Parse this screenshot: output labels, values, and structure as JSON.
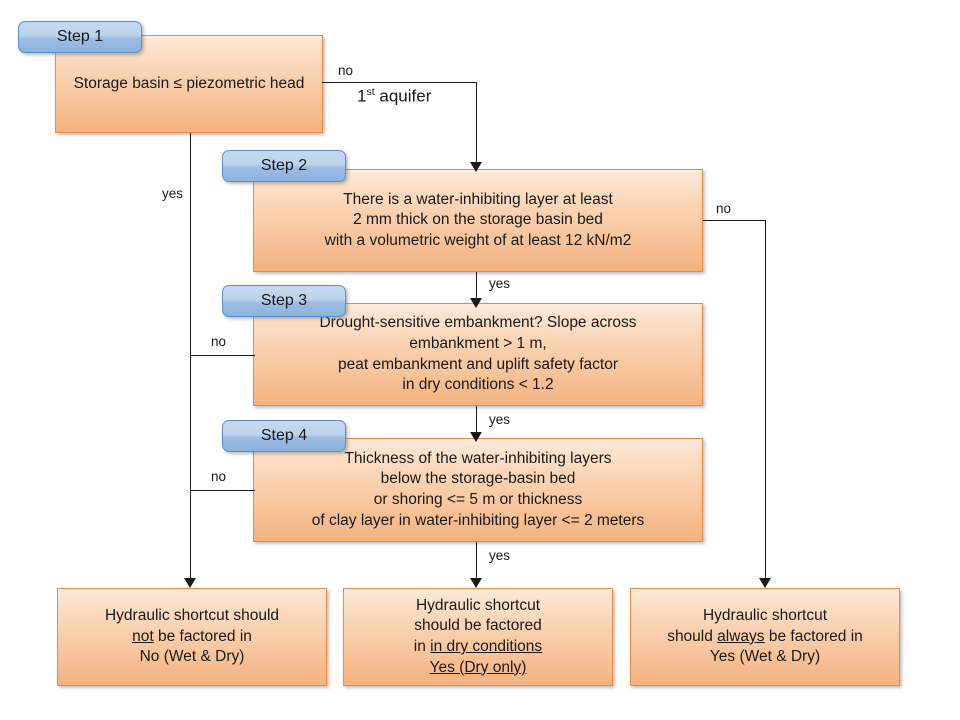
{
  "diagram": {
    "title": "Hydraulic shortcut decision flowchart",
    "colors": {
      "box_border": "#e58b43",
      "box_fill_top": "#fdeada",
      "box_fill_bottom": "#f4b27f",
      "badge_border": "#5b8fc9",
      "badge_fill_top": "#c5daf0",
      "badge_fill_bottom": "#8cb2de",
      "connector": "#1a1a1a",
      "background": "#ffffff"
    },
    "badges": [
      {
        "id": "step1",
        "label": "Step 1"
      },
      {
        "id": "step2",
        "label": "Step 2"
      },
      {
        "id": "step3",
        "label": "Step 3"
      },
      {
        "id": "step4",
        "label": "Step 4"
      }
    ],
    "nodes": [
      {
        "id": "step1",
        "type": "decision",
        "lines": [
          "Storage basin ≤ piezometric head"
        ]
      },
      {
        "id": "step2",
        "type": "decision",
        "lines": [
          "There is a water-inhibiting layer at least",
          "2 mm thick on the storage basin bed",
          "with a volumetric weight of at least 12 kN/m2"
        ]
      },
      {
        "id": "step3",
        "type": "decision",
        "lines": [
          "Drought-sensitive embankment? Slope across",
          "embankment > 1 m,",
          "peat embankment and uplift safety factor",
          "in dry conditions < 1.2"
        ]
      },
      {
        "id": "step4",
        "type": "decision",
        "lines": [
          "Thickness of the water-inhibiting layers",
          "below the storage-basin bed",
          "or shoring <= 5 m or thickness",
          "of clay layer in water-inhibiting layer <= 2 meters"
        ]
      },
      {
        "id": "outcome-not-factored",
        "type": "outcome",
        "lines": [
          "Hydraulic shortcut should",
          "not be factored in",
          "No (Wet & Dry)"
        ],
        "underlined_words": [
          "not"
        ]
      },
      {
        "id": "outcome-dry-only",
        "type": "outcome",
        "lines": [
          "Hydraulic shortcut",
          "should be factored",
          "in in dry conditions",
          "Yes (Dry only)"
        ],
        "underlined_words": [
          "in dry conditions",
          "Yes (Dry only)"
        ]
      },
      {
        "id": "outcome-always",
        "type": "outcome",
        "lines": [
          "Hydraulic shortcut",
          "should always be factored in",
          "Yes (Wet & Dry)"
        ],
        "underlined_words": [
          "always"
        ]
      }
    ],
    "edges": [
      {
        "id": "e-step1-no",
        "from": "step1",
        "to": "step2",
        "label": "no",
        "sublabel": "1st aquifer"
      },
      {
        "id": "e-step1-yes",
        "from": "step1",
        "to": "outcome-not-factored",
        "label": "yes"
      },
      {
        "id": "e-step2-yes",
        "from": "step2",
        "to": "step3",
        "label": "yes"
      },
      {
        "id": "e-step2-no",
        "from": "step2",
        "to": "outcome-always",
        "label": "no"
      },
      {
        "id": "e-step3-yes",
        "from": "step3",
        "to": "step4",
        "label": "yes"
      },
      {
        "id": "e-step3-no",
        "from": "step3",
        "to": "outcome-not-factored",
        "label": "no"
      },
      {
        "id": "e-step4-yes",
        "from": "step4",
        "to": "outcome-dry-only",
        "label": "yes"
      },
      {
        "id": "e-step4-no",
        "from": "step4",
        "to": "outcome-not-factored",
        "label": "no"
      }
    ],
    "edge_labels": {
      "step1_no": "no",
      "step1_aquifer_pre": "1",
      "step1_aquifer_sup": "st",
      "step1_aquifer_post": " aquifer",
      "step1_yes": "yes",
      "step2_yes": "yes",
      "step2_no": "no",
      "step3_yes": "yes",
      "step3_no": "no",
      "step4_yes": "yes",
      "step4_no": "no"
    },
    "outcome_text": {
      "o1_l1": "Hydraulic shortcut should",
      "o1_l2_a": "not",
      "o1_l2_b": " be factored in",
      "o1_l3": "No (Wet & Dry)",
      "o2_l1": "Hydraulic shortcut",
      "o2_l2": "should be factored",
      "o2_l3_a": "in ",
      "o2_l3_b": "in dry conditions",
      "o2_l4": "Yes (Dry only)",
      "o3_l1": "Hydraulic shortcut",
      "o3_l2_a": "should ",
      "o3_l2_b": "always",
      "o3_l2_c": " be factored in",
      "o3_l3": "Yes (Wet & Dry)"
    },
    "node_text": {
      "s1_l1": "Storage basin ≤ piezometric head",
      "s2_l1": "There is a water-inhibiting layer at least",
      "s2_l2": "2 mm thick on the storage basin bed",
      "s2_l3": "with a volumetric weight of at least 12 kN/m2",
      "s3_l1": "Drought-sensitive embankment? Slope across",
      "s3_l2": "embankment > 1 m,",
      "s3_l3": "peat embankment and uplift safety factor",
      "s3_l4": "in dry conditions < 1.2",
      "s4_l1": "Thickness of the water-inhibiting layers",
      "s4_l2": "below the storage-basin bed",
      "s4_l3": "or shoring <= 5 m or thickness",
      "s4_l4": "of clay layer in water-inhibiting layer <= 2 meters"
    }
  }
}
